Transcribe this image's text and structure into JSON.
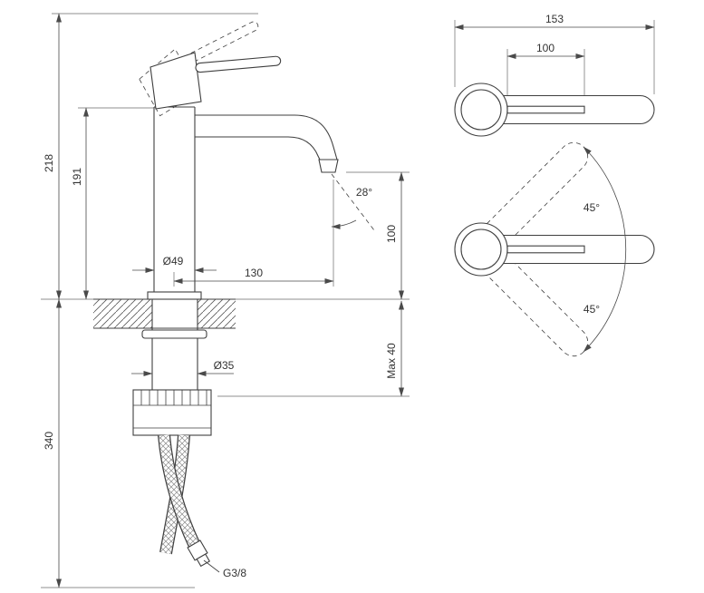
{
  "page": {
    "background": "#ffffff"
  },
  "colors": {
    "outline": "#3f3f3f",
    "dimension": "#4a4a4a",
    "text": "#333333"
  },
  "side_view": {
    "height_total": "218",
    "height_to_body_top": "191",
    "below_deck_length": "340",
    "body_diameter": "Ø49",
    "spout_reach": "130",
    "spout_angle": "28°",
    "outlet_height": "100",
    "shank_diameter": "Ø35",
    "max_deck_thickness": "Max 40",
    "connection_thread": "G3/8"
  },
  "top_view": {
    "handle_total_length": "153",
    "lever_length": "100",
    "swing_up_angle": "45°",
    "swing_down_angle": "45°"
  }
}
